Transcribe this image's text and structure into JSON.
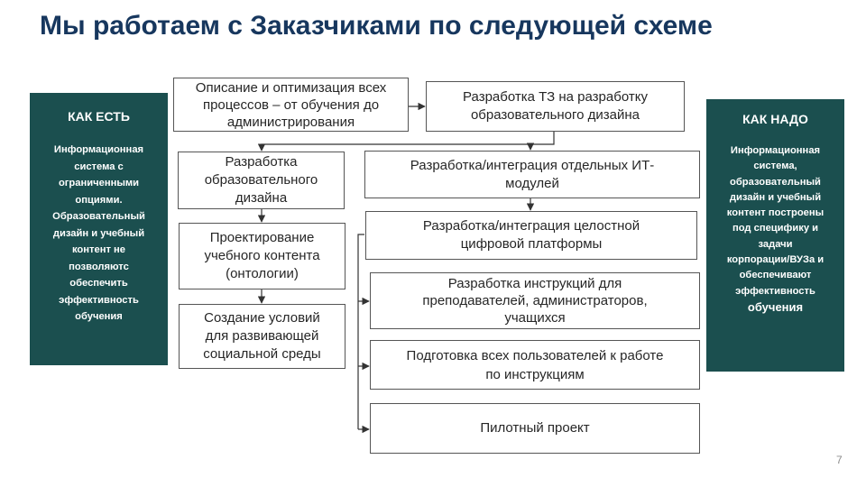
{
  "title": "Мы работаем с Заказчиками  по следующей схеме",
  "left_panel": {
    "header": "КАК ЕСТЬ",
    "body_lines": [
      "Информационная",
      "система с",
      "ограниченными",
      "опциями.",
      "Образовательный",
      "дизайн и учебный",
      "контент не",
      "позволяютс",
      "обеспечить",
      "эффективность",
      "обучения"
    ]
  },
  "right_panel": {
    "header": "КАК НАДО",
    "body_lines": [
      "Информационная",
      "система,",
      "образовательный",
      "дизайн  и учебный",
      "контент построены",
      "под специфику и",
      "задачи",
      "корпорации/ВУЗа и",
      "обеспечивают",
      "эффективность"
    ],
    "tail": "обучения"
  },
  "boxes": {
    "process_description": [
      "Описание и оптимизация всех",
      "процессов – от обучения до",
      "администрирования"
    ],
    "tz_development": [
      "Разработка ТЗ на разработку",
      "образовательного дизайна"
    ],
    "edu_design": [
      "Разработка",
      "образовательного",
      "дизайна"
    ],
    "content_design": [
      "Проектирование",
      "учебного контента",
      "(онтологии)"
    ],
    "social_environment": [
      "Создание условий",
      "для развивающей",
      "социальной среды"
    ],
    "it_modules": [
      "Разработка/интеграция отдельных ИТ-",
      "модулей"
    ],
    "digital_platform": [
      "Разработка/интеграция целостной",
      "цифровой платформы"
    ],
    "instructions": [
      "Разработка инструкций для",
      "преподавателей, администраторов,",
      "учащихся"
    ],
    "user_training": [
      "Подготовка всех пользователей к работе",
      "по инструкциям"
    ],
    "pilot": [
      "Пилотный проект"
    ]
  },
  "page_number": "7"
}
